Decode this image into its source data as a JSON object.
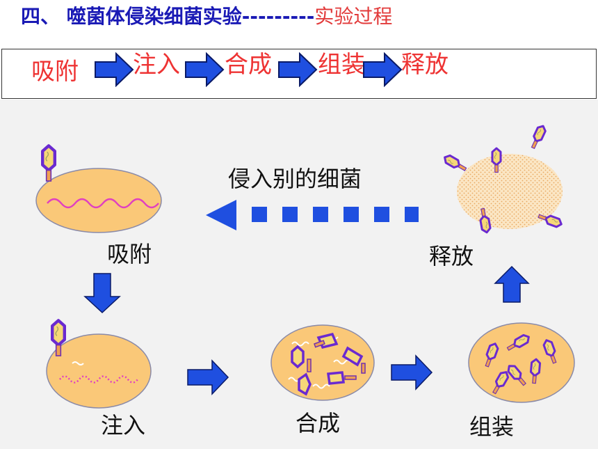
{
  "title": {
    "main": "四、 噬菌体侵染细菌实验",
    "dashes": "---------",
    "sub": "实验过程"
  },
  "steps": [
    "吸附",
    "注入",
    "合成",
    "组装",
    "释放"
  ],
  "diagram": {
    "reinfect_label": "侵入别的细菌",
    "stage_labels": {
      "adsorb": "吸附",
      "inject": "注入",
      "synthesize": "合成",
      "assemble": "组装",
      "release": "释放"
    }
  },
  "colors": {
    "title_blue": "#1a1ab5",
    "title_red": "#e23a3a",
    "step_red": "#ee3333",
    "arrow_blue": "#1f4fe0",
    "cell_fill": "#fac878",
    "phage_purple": "#6a2ad0",
    "dna_pink": "#e040c0"
  }
}
